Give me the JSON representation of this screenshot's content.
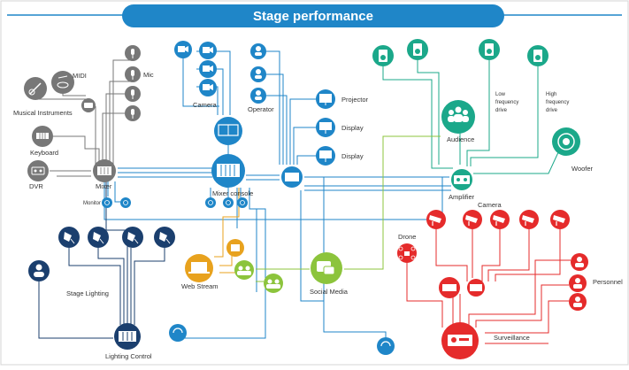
{
  "title": "Stage performance",
  "colors": {
    "blue": "#1f86c8",
    "dark_navy": "#1b3f6e",
    "gray": "#777777",
    "teal": "#1ba88a",
    "green": "#8cc43c",
    "orange": "#e8a21e",
    "red": "#e52b2b",
    "title_bar": "#1f86c8"
  },
  "labels": {
    "mic": "Mic",
    "midi": "MIDI",
    "musical_instruments": "Musical Instruments",
    "keyboard": "Keyboard",
    "dvr": "DVR",
    "mixer": "Mixer",
    "monitor": "Monitor",
    "camera_blue": "Camera",
    "operator": "Operator",
    "projector": "Projector",
    "display_1": "Display",
    "display_2": "Display",
    "mixer_console": "Mixer console",
    "audience": "Audience",
    "amplifier": "Amplifier",
    "low_freq_1": "Low",
    "low_freq_2": "frequency",
    "low_freq_3": "drive",
    "high_freq_1": "High",
    "high_freq_2": "frequency",
    "high_freq_3": "drive",
    "woofer": "Woofer",
    "stage_lighting": "Stage Lighting",
    "lighting_control": "Lighting Control",
    "web_stream": "Web Stream",
    "social_media": "Social Media",
    "drone": "Drone",
    "camera_red": "Camera",
    "personnel": "Personnel",
    "surveillance": "Surveillance"
  },
  "icons": {
    "mic": "microphone-icon",
    "guitar": "guitar-icon",
    "drum": "drum-icon",
    "keyboard": "keyboard-icon",
    "dvr": "dvr-icon",
    "mixer": "mixer-icon",
    "camera": "video-camera-icon",
    "operator": "person-icon",
    "projector": "projector-icon",
    "display": "monitor-icon",
    "speaker": "speaker-icon",
    "audience": "audience-icon",
    "amplifier": "amplifier-icon",
    "woofer": "woofer-icon",
    "stage_light": "stage-light-icon",
    "lighting_console": "lighting-console-icon",
    "laptop": "laptop-icon",
    "social": "social-media-icon",
    "drone": "drone-icon",
    "cctv": "cctv-camera-icon",
    "security_guard": "security-guard-icon",
    "nvr": "nvr-icon"
  }
}
